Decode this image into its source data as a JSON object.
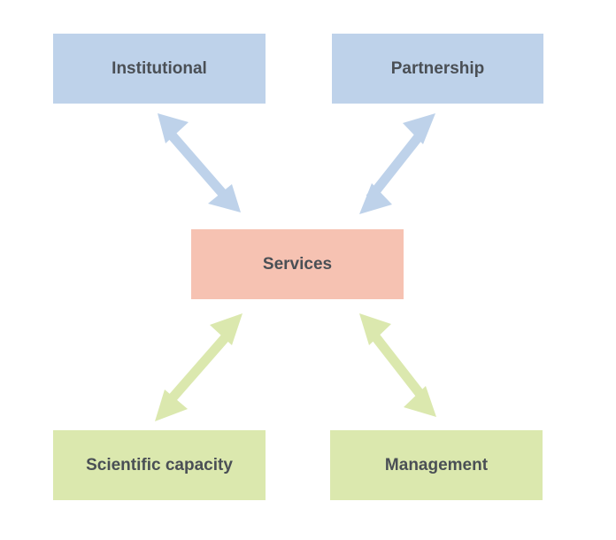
{
  "diagram": {
    "nodes": {
      "institutional": "Institutional",
      "partnership": "Partnership",
      "services": "Services",
      "scientific_capacity": "Scientific capacity",
      "management": "Management"
    },
    "colors": {
      "blue": "#bed2ea",
      "pink": "#f6c2b2",
      "green": "#dbe8ae",
      "text": "#4a4f55"
    }
  }
}
